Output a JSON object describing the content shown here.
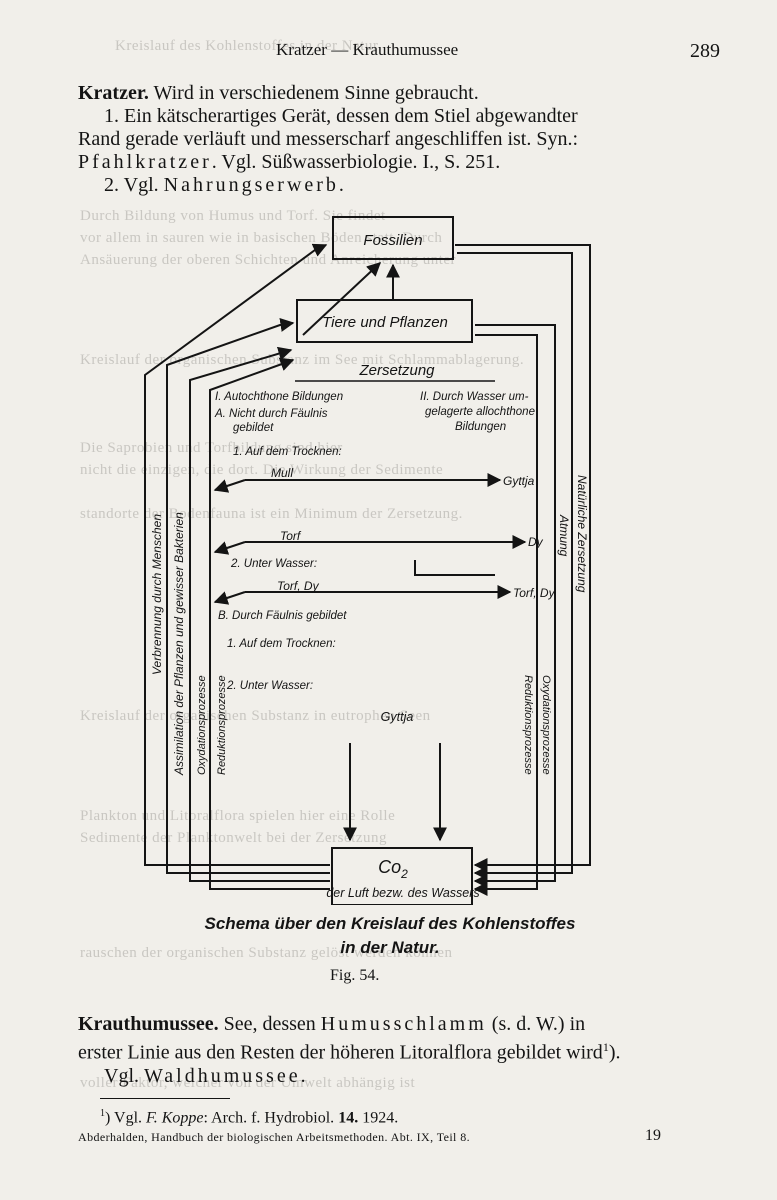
{
  "header": {
    "title": "Kratzer — Krauthumussee",
    "page_number": "289"
  },
  "kratzer": {
    "line1_head": "Kratzer.",
    "line1_rest": " Wird in verschiedenem Sinne gebraucht.",
    "line2": "1. Ein kätscherartiges Gerät, dessen dem Stiel abgewandter",
    "line3": "Rand gerade verläuft und messerscharf angeschliffen ist. Syn.:",
    "line4_spaced": "Pfahlkratzer",
    "line4_rest": ". Vgl. Süßwasserbiologie. I., S. 251.",
    "line5_prefix": "2. Vgl. ",
    "line5_spaced": "Nahrungserwerb",
    "line5_suffix": "."
  },
  "diagram": {
    "fossilien": "Fossilien",
    "tiere": "Tiere und Pflanzen",
    "zersetzung": "Zersetzung",
    "i_autoch": "I. Autochthone Bildungen",
    "a_nicht1": "A. Nicht durch Fäulnis",
    "a_nicht2": "gebildet",
    "ii_1": "II. Durch Wasser um-",
    "ii_2": "gelagerte allochthone",
    "ii_3": "Bildungen",
    "auf_trocknen1": "1. Auf dem Trocknen:",
    "mull": "Mull",
    "gyttja_right": "Gyttja",
    "torf": "Torf",
    "dy": "Dy",
    "unter_wasser2": "2. Unter Wasser:",
    "torf_dy_left": "Torf, Dy",
    "torf_dy_right": "Torf, Dy",
    "b_faulnis": "B. Durch Fäulnis gebildet",
    "auf_trocknen2": "1. Auf dem Trocknen:",
    "unter_wasser3": "2. Unter Wasser:",
    "gyttja_center": "Gyttja",
    "co2": "Co",
    "co2_sub": "2",
    "luft": "der Luft bezw. des Wassers",
    "left_outer": "Verbrennung durch Menschen",
    "left_mid": "Assimilation der Pflanzen und gewisser Bakterien",
    "left_inner1": "Oxydationsprozesse",
    "left_inner2": "Reduktionsprozesse",
    "right_outer1": "Natürliche Zersetzung",
    "right_outer2": "Atmung",
    "right_inner1": "Oxydationsprozesse",
    "right_inner2": "Reduktionsprozesse"
  },
  "caption": {
    "line1": "Schema über den Kreislauf des Kohlenstoffes",
    "line2": "in der Natur."
  },
  "figure_label": "Fig. 54.",
  "krauthumussee": {
    "head": "Krauthumussee.",
    "l1_a": " See, dessen ",
    "l1_spaced": "Humusschlamm",
    "l1_b": " (s. d. W.) in",
    "l2": "erster Linie aus den Resten der höheren Litoralflora gebildet wird",
    "l2_sup": "1",
    "l2_end": ").",
    "l3_prefix": "Vgl. ",
    "l3_spaced": "Waldhumussee",
    "l3_suffix": "."
  },
  "footnote": {
    "mark": "1",
    "a": ") Vgl. ",
    "author": "F. Koppe",
    "b": ": Arch. f. Hydrobiol. ",
    "vol": "14.",
    "c": " 1924."
  },
  "imprint": "Abderhalden, Handbuch der biologischen Arbeitsmethoden. Abt. IX, Teil 8.",
  "signature": "19",
  "show_through": [
    "Kreislauf des Kohlenstoffes in der Natur",
    "Durch Bildung von Humus und Torf. Sie findet",
    "vor allem in sauren wie in basischen Böden statt. Durch",
    "Ansäuerung der oberen Schichten und Anreicherung unter",
    "Kreislauf der organischen Substanz im See mit Schlammablagerung.",
    "Die Saprobien und Torfbildung sind hier",
    "nicht die einzigen, die dort. Die Wirkung der Sedimente",
    "standorte der Bodenfauna ist ein Minimum der Zersetzung.",
    "Kreislauf der organischen Substanz in eutrophen Seen",
    "Plankton und Litoralflora spielen hier eine Rolle",
    "Sedimente der Planktonwelt bei der Zersetzung",
    "rauschen der organischen Substanz gelöst werden können",
    "voller Faktor, welcher von der Umwelt abhängig ist"
  ]
}
